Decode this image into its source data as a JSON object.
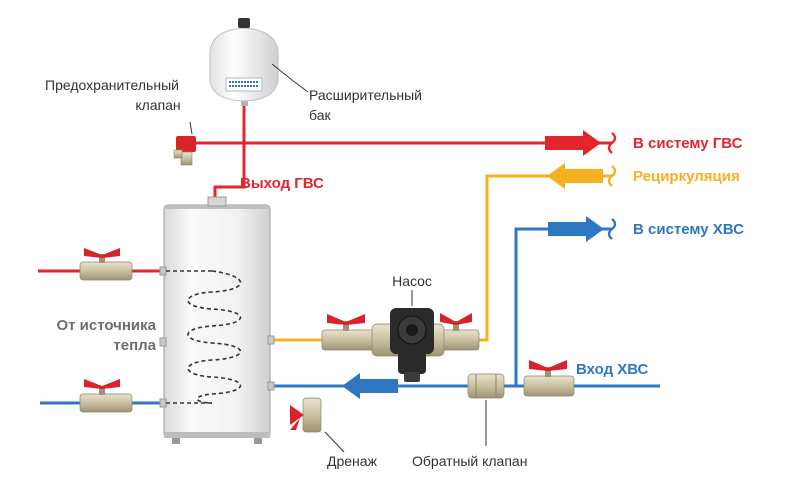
{
  "labels": {
    "safety_valve": [
      "Предохранительный",
      "клапан"
    ],
    "expansion_tank": [
      "Расширительный",
      "бак"
    ],
    "hot_out": "Выход ГВС",
    "to_hot_system": "В систему ГВС",
    "recirculation": "Рециркуляция",
    "to_cold_system": "В систему ХВС",
    "pump": "Насос",
    "heat_source": [
      "От источника",
      "тепла"
    ],
    "cold_in": "Вход ХВС",
    "drain": "Дренаж",
    "check_valve": "Обратный клапан"
  },
  "colors": {
    "hot": "#e3262b",
    "recirc": "#f4b121",
    "cold": "#2e78c2",
    "text_dark": "#333333",
    "text_gray": "#6e6e6e"
  }
}
